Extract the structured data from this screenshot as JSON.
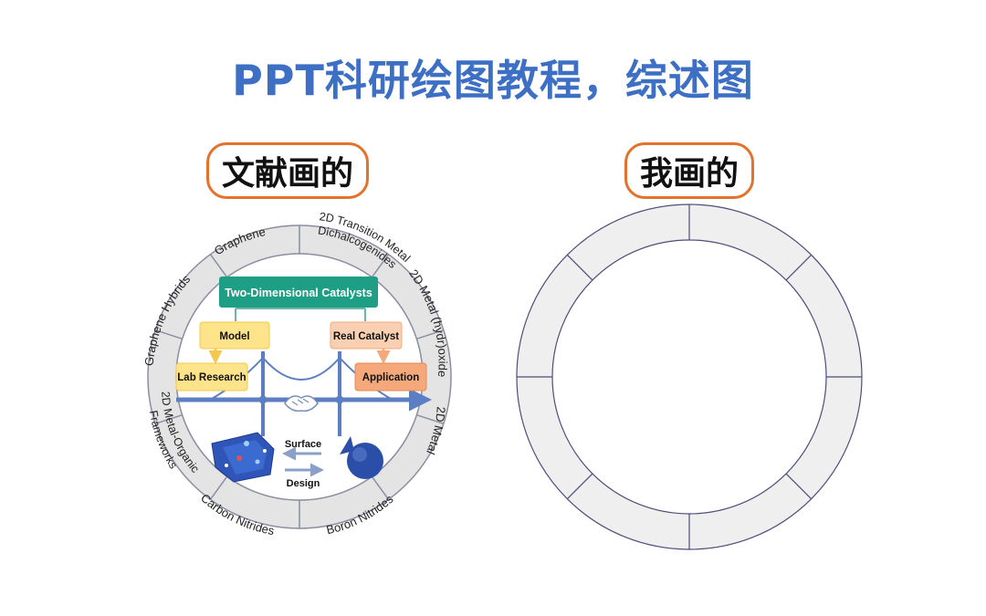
{
  "header": {
    "title": "PPT科研绘图教程，综述图"
  },
  "left_panel": {
    "title": "文献画的",
    "ring_labels": [
      "Graphene",
      "2D Transition Metal",
      "Dichalcogenides",
      "2D Metal (hydr)oxide",
      "2D Metal",
      "Boron Nitrides",
      "Carbon Nitrides",
      "2D Metal-Organic",
      "Frameworks",
      "Graphene Hybrids"
    ],
    "center": {
      "top_box": "Two-Dimensional Catalysts",
      "model": "Model",
      "real_catalyst": "Real Catalyst",
      "lab_research": "Lab Research",
      "application": "Application",
      "surface": "Surface",
      "design": "Design"
    }
  },
  "right_panel": {
    "title": "我画的"
  },
  "colors": {
    "title_blue": "#3d6fc4",
    "outline_orange": "#e2722c",
    "ring_gray": "#e4e4e4",
    "ring_edge": "#8a8fa0",
    "teal_box": "#1e9e84",
    "yellow_box": "#fde48a",
    "orange_box": "#f5a97a",
    "bridge_blue": "#5b7fc2",
    "right_ring_fill": "#efefef",
    "right_ring_edge": "#4b4f78"
  }
}
